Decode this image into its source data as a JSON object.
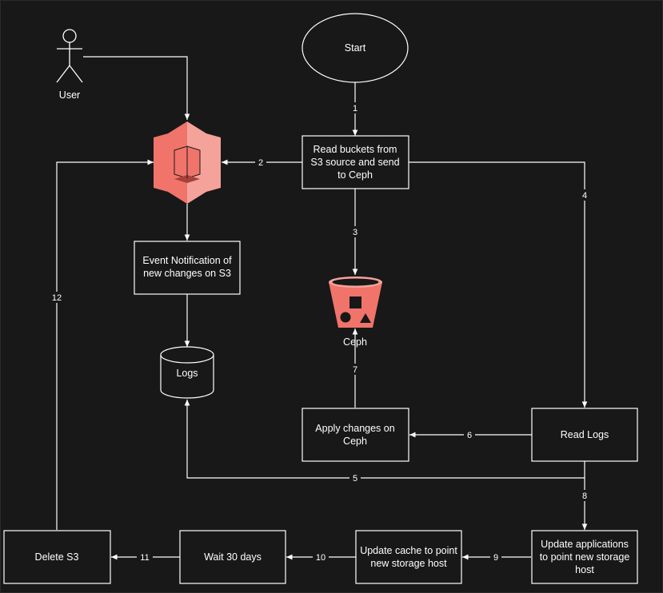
{
  "colors": {
    "background": "#181818",
    "stroke": "#ffffff",
    "aws_s3": "#f0746a",
    "aws_s3_light": "#f5a29b",
    "aws_s3_dark": "#a8403a"
  },
  "nodes": {
    "user": "User",
    "start": "Start",
    "read_buckets": [
      "Read buckets from",
      "S3 source and send",
      "to Ceph"
    ],
    "event_notification": [
      "Event Notification of",
      "new changes on S3"
    ],
    "logs": "Logs",
    "ceph": "Ceph",
    "apply_changes": [
      "Apply changes on",
      "Ceph"
    ],
    "read_logs": "Read Logs",
    "update_apps": [
      "Update applications",
      "to point new storage",
      "host"
    ],
    "update_cache": [
      "Update cache to point",
      "new storage host"
    ],
    "wait": "Wait 30 days",
    "delete_s3": "Delete S3"
  },
  "icons": {
    "user": "user-actor-icon",
    "s3": "amazon-s3-icon",
    "ceph": "storage-bucket-icon",
    "logs": "database-cylinder-icon"
  },
  "edges": {
    "e1": "1",
    "e2": "2",
    "e3": "3",
    "e4": "4",
    "e5": "5",
    "e6": "6",
    "e7": "7",
    "e8": "8",
    "e9": "9",
    "e10": "10",
    "e11": "11",
    "e12": "12"
  }
}
